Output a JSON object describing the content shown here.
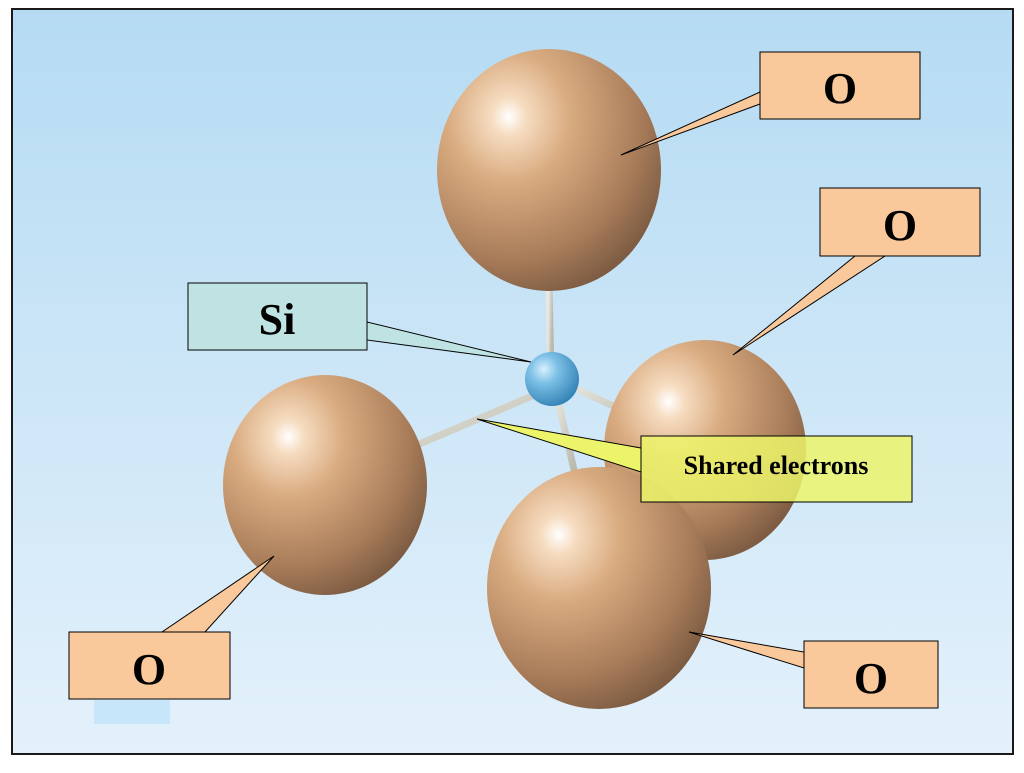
{
  "labels": {
    "oxygen_top": "O",
    "oxygen_right": "O",
    "oxygen_left": "O",
    "oxygen_bottom": "O",
    "silicon": "Si",
    "shared_electrons": "Shared electrons"
  },
  "colors": {
    "oxygen_callout": "#f9c89b",
    "silicon_callout": "#bfe3e3",
    "shared_callout": "#ecf46a",
    "oxygen_atom": "#c9996e",
    "silicon_atom": "#5aa9d6",
    "bond": "#cfcfc4",
    "background_top": "#b7dcf3",
    "background_bottom": "#e3f0fb"
  }
}
